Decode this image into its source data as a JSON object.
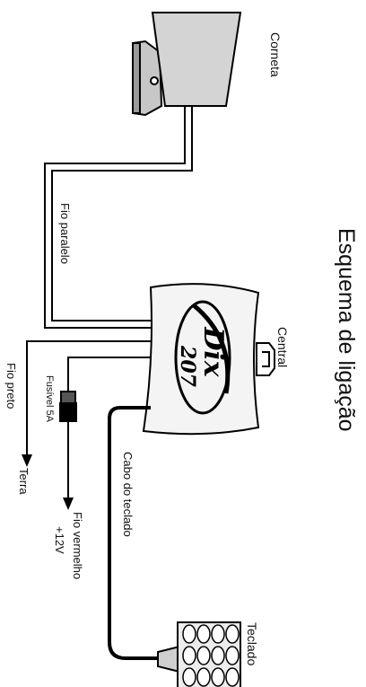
{
  "title": "Esquema de ligação",
  "labels": {
    "horn": "Corneta",
    "parallel_wire": "Fio paralelo",
    "central": "Central",
    "black_wire": "Fio preto",
    "fuse": "Fusível 5A",
    "ground": "Terra",
    "red_wire_line1": "Fio vermelho",
    "red_wire_line2": "+12V",
    "keypad_cable": "Cabo do teclado",
    "keypad": "Teclado"
  },
  "logo": {
    "text_top": "Dix",
    "text_bottom": "207"
  }
}
